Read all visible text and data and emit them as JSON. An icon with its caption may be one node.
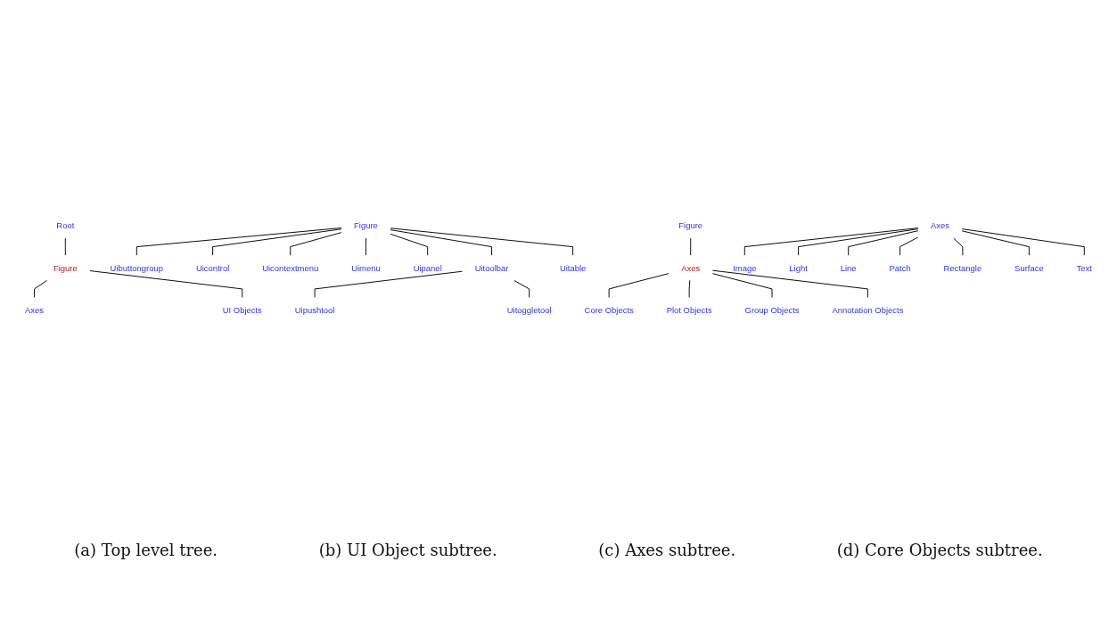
{
  "diagram": {
    "nodes": [
      {
        "text": [
          "Root"
        ]
      },
      {
        "text": [
          "Figure"
        ]
      },
      {
        "text": [
          "Axes"
        ]
      },
      {
        "text": [
          "UI Objects"
        ]
      },
      {
        "text": [
          "Figure"
        ]
      },
      {
        "text": [
          "Uibuttongroup"
        ]
      },
      {
        "text": [
          "Uicontrol"
        ]
      },
      {
        "text": [
          "Uicontextmenu"
        ]
      },
      {
        "text": [
          "Uimenu"
        ]
      },
      {
        "text": [
          "Uipanel"
        ]
      },
      {
        "text": [
          "Uitoolbar"
        ]
      },
      {
        "text": [
          "Uitable"
        ]
      },
      {
        "text": [
          "Uipushtool"
        ]
      },
      {
        "text": [
          "Uitoggletool"
        ]
      },
      {
        "text": [
          "Figure"
        ]
      },
      {
        "text": [
          "Axes"
        ]
      },
      {
        "text": [
          "Core Objects"
        ]
      },
      {
        "text": [
          "Plot Objects"
        ]
      },
      {
        "text": [
          "Group Objects"
        ]
      },
      {
        "text": [
          "Annotation Objects"
        ]
      },
      {
        "text": [
          "Axes"
        ]
      },
      {
        "text": [
          "Image"
        ]
      },
      {
        "text": [
          "Light"
        ]
      },
      {
        "text": [
          "Line"
        ]
      },
      {
        "text": [
          "Patch"
        ]
      },
      {
        "text": [
          "Rectangle"
        ]
      },
      {
        "text": [
          "Surface"
        ]
      },
      {
        "text": [
          "Text"
        ]
      }
    ],
    "edges": [
      {
        "from": 0,
        "to": 1,
        "arrow": "none"
      },
      {
        "from": 1,
        "to": 2,
        "arrow": "none"
      },
      {
        "from": 1,
        "to": 3,
        "arrow": "none"
      },
      {
        "from": 4,
        "to": 5,
        "arrow": "none"
      },
      {
        "from": 4,
        "to": 6,
        "arrow": "none"
      },
      {
        "from": 4,
        "to": 7,
        "arrow": "none"
      },
      {
        "from": 4,
        "to": 8,
        "arrow": "none"
      },
      {
        "from": 4,
        "to": 9,
        "arrow": "none"
      },
      {
        "from": 4,
        "to": 10,
        "arrow": "none"
      },
      {
        "from": 4,
        "to": 11,
        "arrow": "none"
      },
      {
        "from": 10,
        "to": 12,
        "arrow": "none"
      },
      {
        "from": 10,
        "to": 13,
        "arrow": "none"
      },
      {
        "from": 14,
        "to": 15,
        "arrow": "none"
      },
      {
        "from": 15,
        "to": 16,
        "arrow": "none"
      },
      {
        "from": 15,
        "to": 17,
        "arrow": "none"
      },
      {
        "from": 15,
        "to": 18,
        "arrow": "none"
      },
      {
        "from": 15,
        "to": 19,
        "arrow": "none"
      },
      {
        "from": 20,
        "to": 21,
        "arrow": "none"
      },
      {
        "from": 20,
        "to": 22,
        "arrow": "none"
      },
      {
        "from": 20,
        "to": 23,
        "arrow": "none"
      },
      {
        "from": 20,
        "to": 24,
        "arrow": "none"
      },
      {
        "from": 20,
        "to": 25,
        "arrow": "none"
      },
      {
        "from": 20,
        "to": 26,
        "arrow": "none"
      },
      {
        "from": 20,
        "to": 27,
        "arrow": "none"
      }
    ],
    "labels": [
      "(a) Top level tree.",
      "(b) UI Object subtree.",
      "(c) Axes subtree.",
      "(d) Core Objects subtree."
    ]
  }
}
